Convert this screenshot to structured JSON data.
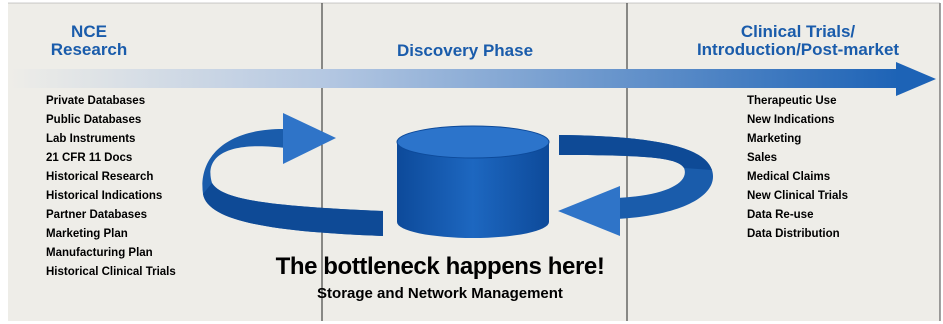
{
  "phases": {
    "research": {
      "line1": "NCE",
      "line2": "Research"
    },
    "discovery": {
      "label": "Discovery Phase"
    },
    "clinical": {
      "line1": "Clinical Trials/",
      "line2": "Introduction/Post-market"
    }
  },
  "inputs": [
    "Private Databases",
    "Public Databases",
    "Lab Instruments",
    "21 CFR 11 Docs",
    "Historical Research",
    "Historical Indications",
    "Partner Databases",
    "Marketing Plan",
    "Manufacturing Plan",
    "Historical Clinical Trials"
  ],
  "outputs": [
    "Therapeutic Use",
    "New Indications",
    "Marketing",
    "Sales",
    "Medical Claims",
    "New Clinical Trials",
    "Data Re-use",
    "Data Distribution"
  ],
  "caption": {
    "main": "The bottleneck happens here!",
    "sub": "Storage and Network Management"
  },
  "colors": {
    "panel_bg": "#eeede8",
    "title_blue": "#1a5cab",
    "arrow_blue": "#1d63b6",
    "cylinder_blue": "#1659b0"
  }
}
